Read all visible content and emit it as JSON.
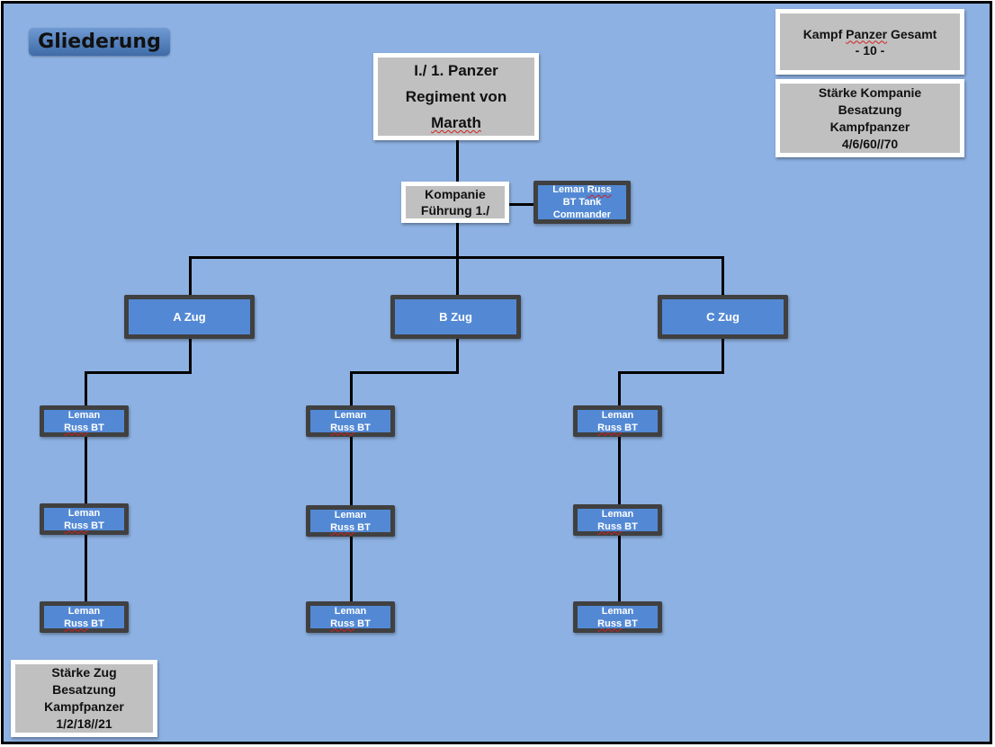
{
  "title": "Gliederung",
  "hq": {
    "line1": "I./ 1. Panzer",
    "line2": "Regiment von",
    "line3": "Marath"
  },
  "company_hq": {
    "line1": "Kompanie",
    "line2": "Führung 1./"
  },
  "commander_tank": {
    "line1_a": "Leman ",
    "line1_b": "Russ",
    "line2": "BT Tank",
    "line3": "Commander"
  },
  "summary_total": {
    "line1_a": "Kampf ",
    "line1_b": "Panzer",
    "line1_c": " Gesamt",
    "line2": "- 10 -"
  },
  "summary_company": {
    "line1": "Stärke Kompanie",
    "line2": "Besatzung",
    "line3": "Kampfpanzer",
    "line4": "4/6/60//70"
  },
  "summary_platoon": {
    "line1": "Stärke Zug",
    "line2": "Besatzung",
    "line3": "Kampfpanzer",
    "line4": "1/2/18//21"
  },
  "platoons": [
    {
      "label": "A Zug",
      "tanks": [
        {
          "l1": "Leman",
          "l2a": "Russ",
          "l2b": " BT"
        },
        {
          "l1": "Leman",
          "l2a": "Russ",
          "l2b": " BT"
        },
        {
          "l1": "Leman",
          "l2a": "Russ",
          "l2b": " BT"
        }
      ]
    },
    {
      "label": "B Zug",
      "tanks": [
        {
          "l1": "Leman",
          "l2a": "Russ",
          "l2b": " BT"
        },
        {
          "l1": "Leman",
          "l2a": "Russ",
          "l2b": " BT"
        },
        {
          "l1": "Leman",
          "l2a": "Russ",
          "l2b": " BT"
        }
      ]
    },
    {
      "label": "C Zug",
      "tanks": [
        {
          "l1": "Leman",
          "l2a": "Russ",
          "l2b": " BT"
        },
        {
          "l1": "Leman",
          "l2a": "Russ",
          "l2b": " BT"
        },
        {
          "l1": "Leman",
          "l2a": "Russ",
          "l2b": " BT"
        }
      ]
    }
  ],
  "colors": {
    "background": "#8db1e2",
    "unit_fill": "#5389d4",
    "unit_border": "#404040",
    "info_fill": "#c0c0c0",
    "connector": "#000000"
  }
}
